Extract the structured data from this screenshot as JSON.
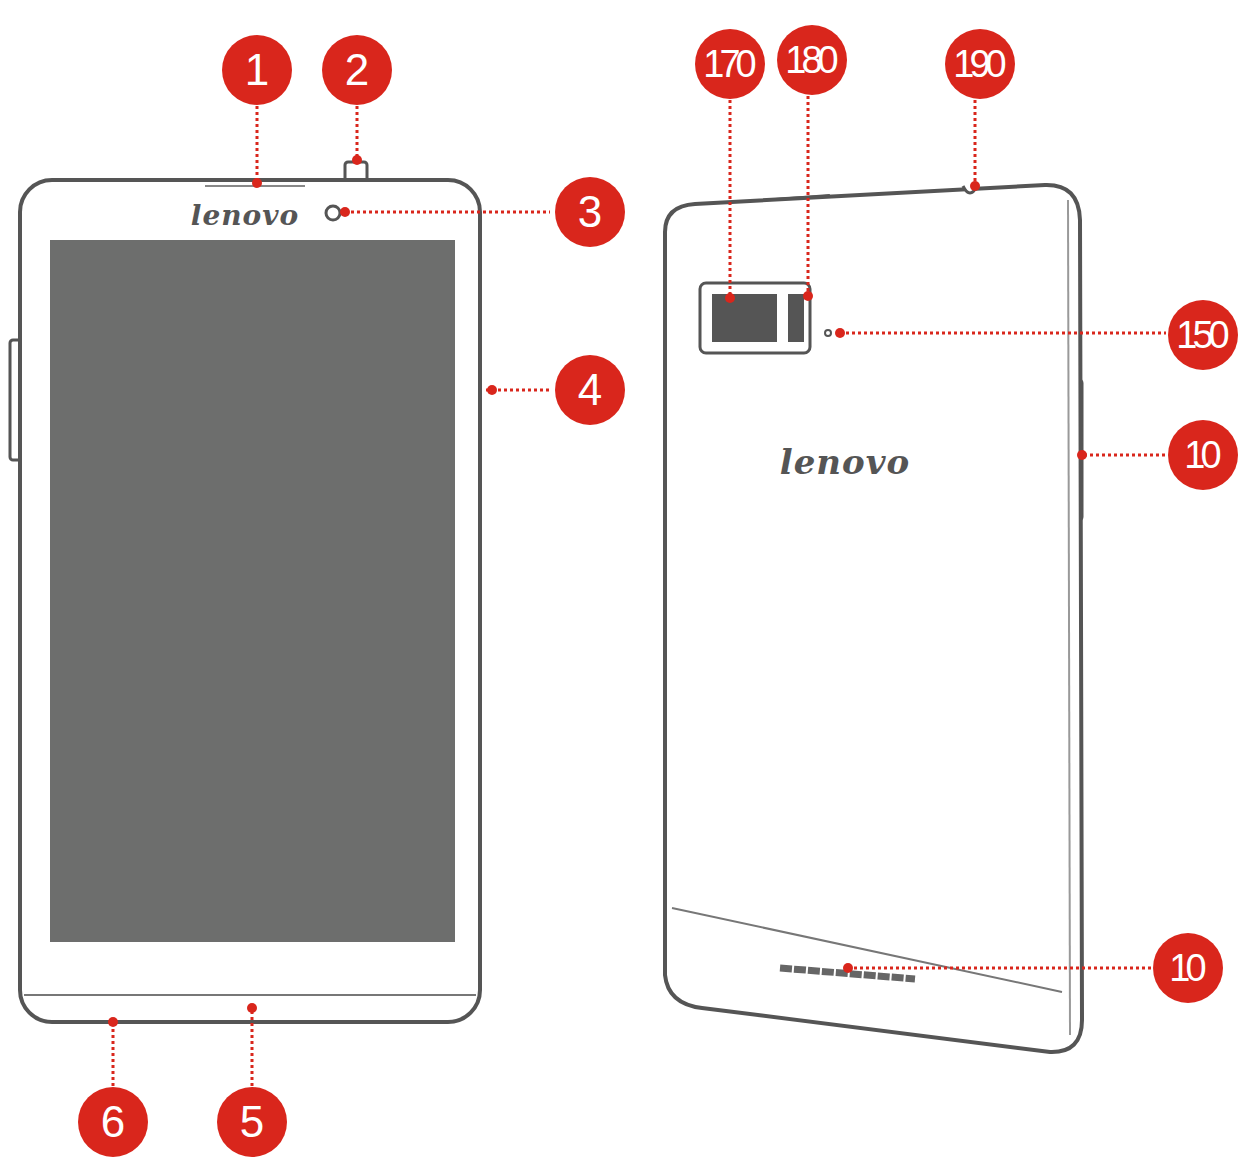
{
  "diagram": {
    "labels": [
      "1",
      "2",
      "3",
      "lenovo",
      "4",
      "6",
      "5",
      "170",
      "180",
      "190",
      "150",
      "lenovo",
      "10",
      "10"
    ]
  }
}
